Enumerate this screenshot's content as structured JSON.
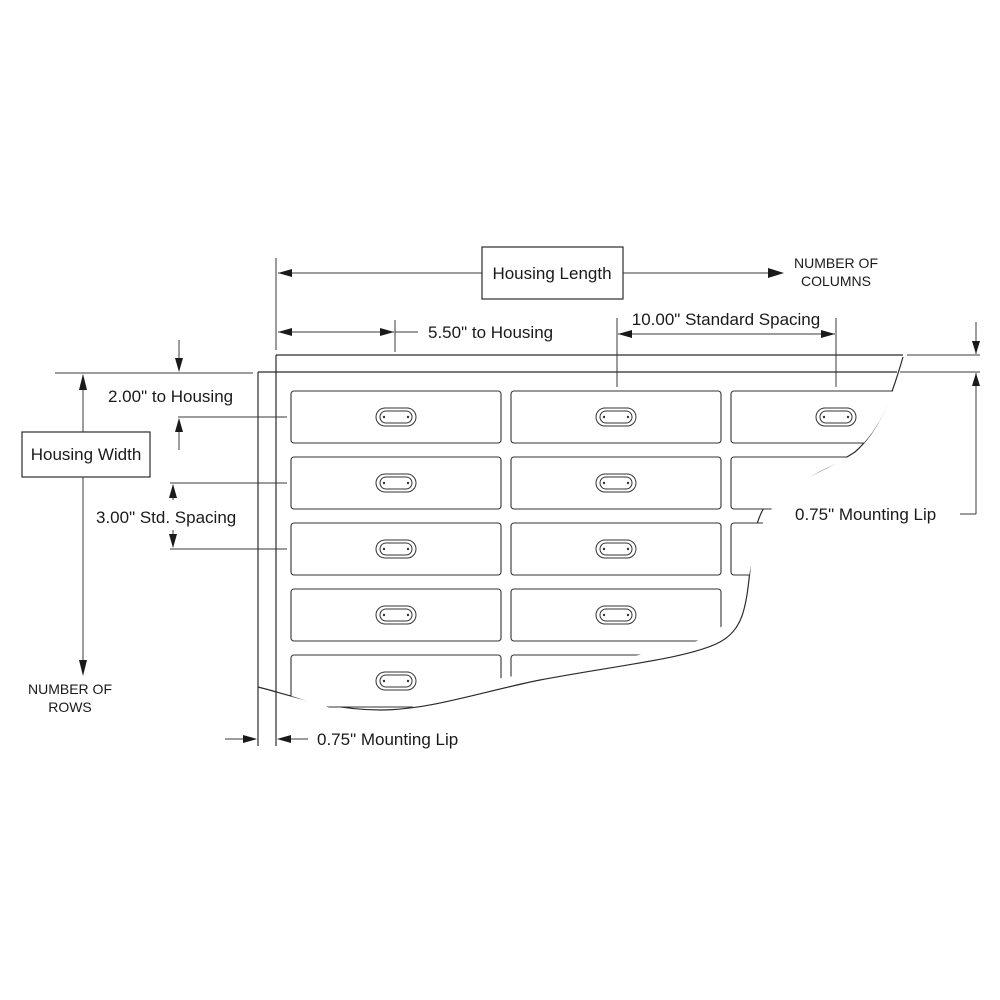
{
  "diagram": {
    "title": "Mailbox housing dimension diagram",
    "labels": {
      "housing_length": "Housing Length",
      "housing_width": "Housing Width",
      "columns_line1": "NUMBER OF",
      "columns_line2": "COLUMNS",
      "rows_line1": "NUMBER OF",
      "rows_line2": "ROWS",
      "left_to_housing": "5.50\" to Housing",
      "column_spacing": "10.00\" Standard Spacing",
      "top_to_housing": "2.00\" to Housing",
      "row_spacing": "3.00\" Std. Spacing",
      "right_mounting_lip": "0.75\" Mounting Lip",
      "bottom_mounting_lip": "0.75\" Mounting Lip"
    },
    "dimensions": {
      "left_to_housing_in": 5.5,
      "column_spacing_in": 10.0,
      "top_to_housing_in": 2.0,
      "row_spacing_in": 3.0,
      "mounting_lip_in": 0.75
    },
    "grid": {
      "visible_rows": 5,
      "visible_columns": 3,
      "drawers_per_row": [
        3,
        3,
        3,
        2,
        2
      ]
    },
    "colors": {
      "line": "#2b2b2b",
      "background": "#ffffff"
    }
  }
}
